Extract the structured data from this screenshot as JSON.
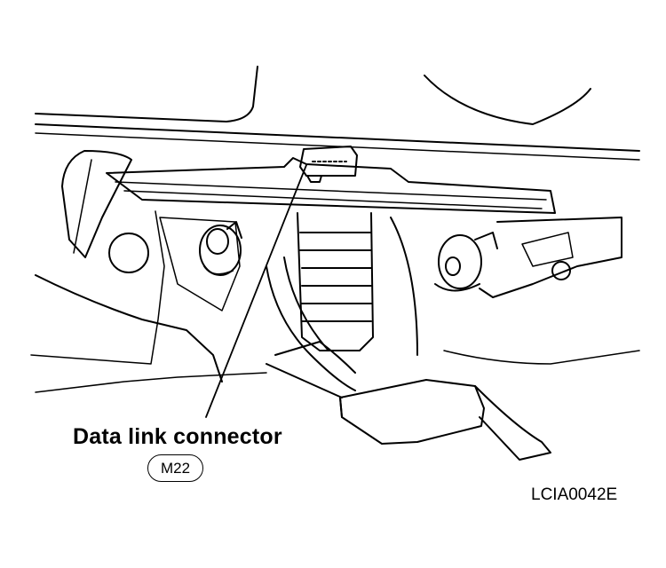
{
  "callout": {
    "label": "Data link connector",
    "connector_id": "M22"
  },
  "figure_id": "LCIA0042E"
}
